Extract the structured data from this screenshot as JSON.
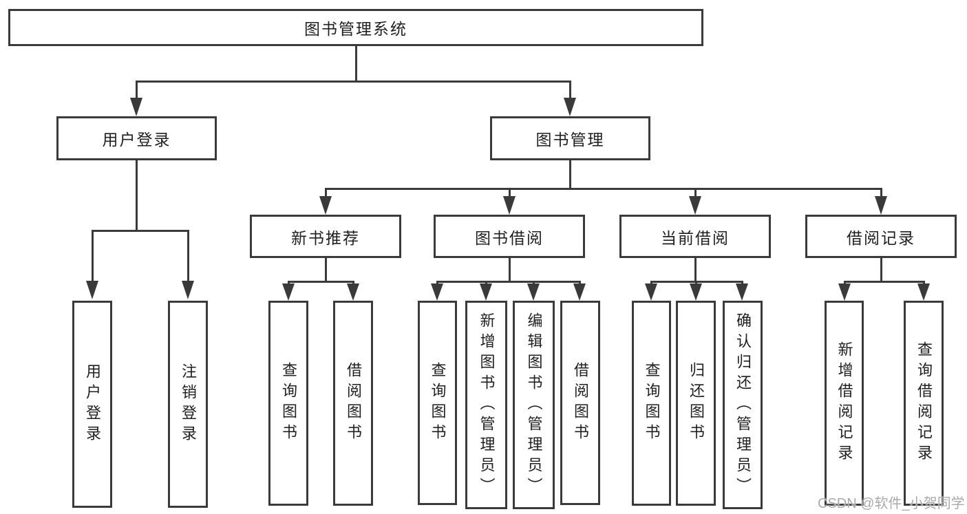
{
  "nodes": {
    "root": "图书管理系统",
    "user_login": "用户登录",
    "book_mgmt": "图书管理",
    "new_book": "新书推荐",
    "book_borrow": "图书借阅",
    "current_borrow": "当前借阅",
    "borrow_record": "借阅记录",
    "ul_login": "用户登录",
    "ul_logout": "注销登录",
    "nb_query": "查询图书",
    "nb_borrow": "借阅图书",
    "bb_query": "查询图书",
    "bb_add": "新增图书（管理员）",
    "bb_edit": "编辑图书（管理员）",
    "bb_borrow": "借阅图书",
    "cb_query": "查询图书",
    "cb_return": "归还图书",
    "cb_confirm": "确认归还（管理员）",
    "br_add": "新增借阅记录",
    "br_query": "查询借阅记录"
  },
  "hierarchy": {
    "root": [
      "user_login",
      "book_mgmt"
    ],
    "user_login": [
      "ul_login",
      "ul_logout"
    ],
    "book_mgmt": [
      "new_book",
      "book_borrow",
      "current_borrow",
      "borrow_record"
    ],
    "new_book": [
      "nb_query",
      "nb_borrow"
    ],
    "book_borrow": [
      "bb_query",
      "bb_add",
      "bb_edit",
      "bb_borrow"
    ],
    "current_borrow": [
      "cb_query",
      "cb_return",
      "cb_confirm"
    ],
    "borrow_record": [
      "br_add",
      "br_query"
    ]
  },
  "watermark": "CSDN @软件_小贺同学",
  "colors": {
    "line": "#3a3a3a",
    "box_border": "#3a3a3a",
    "text": "#1f1f1f",
    "watermark": "#a9a9a9",
    "background": "#ffffff"
  }
}
